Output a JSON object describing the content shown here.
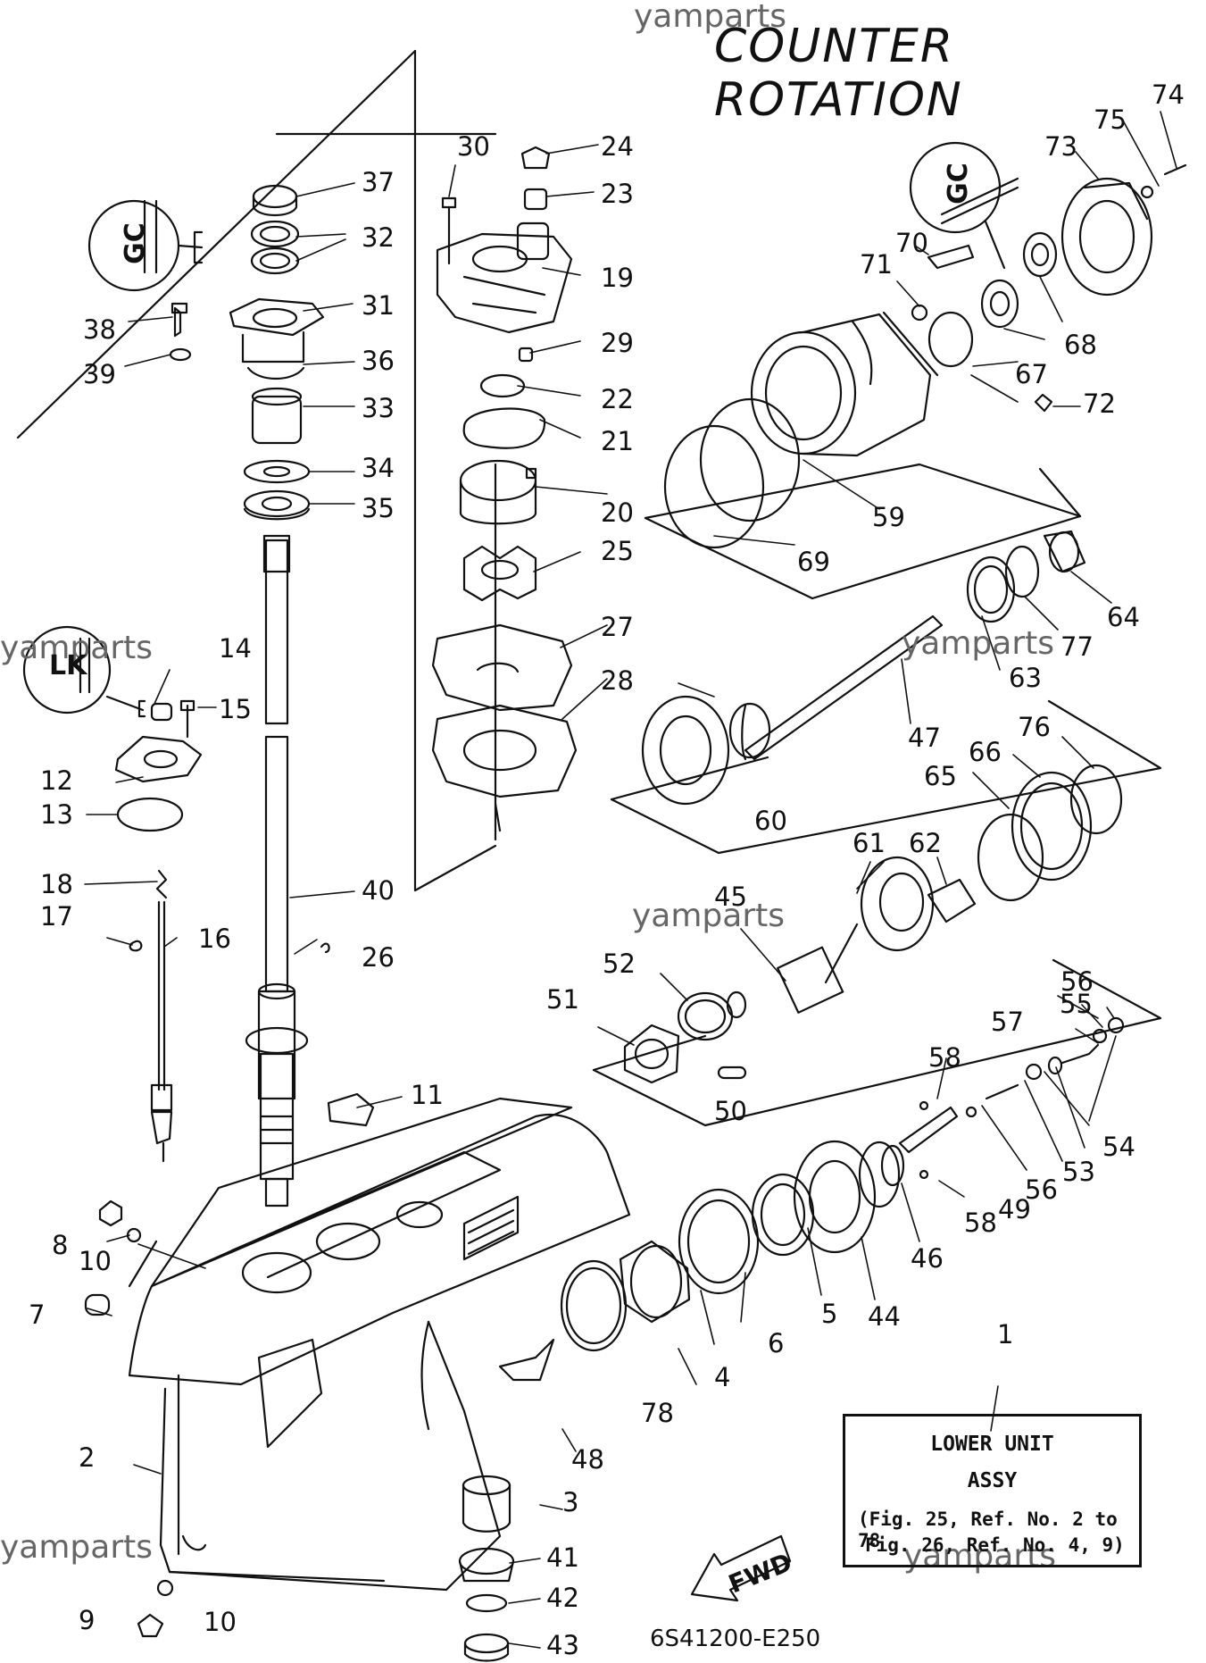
{
  "title": "COUNTER ROTATION",
  "watermark": "yamparts",
  "drawing_number": "6S41200-E250",
  "info_box": {
    "line1": "LOWER UNIT",
    "line2": "ASSY",
    "line3": "(Fig. 25, Ref. No. 2 to 78",
    "line4": "Fig. 26, Ref. No. 4, 9)"
  },
  "fwd_label": "FWD",
  "symbols": {
    "grease_a": "GC",
    "grease_b": "GC",
    "locktite": "LK"
  },
  "callouts": [
    "1",
    "2",
    "3",
    "4",
    "5",
    "6",
    "7",
    "8",
    "9",
    "10",
    "10",
    "11",
    "12",
    "13",
    "14",
    "15",
    "16",
    "17",
    "18",
    "19",
    "20",
    "21",
    "22",
    "23",
    "24",
    "25",
    "26",
    "27",
    "28",
    "29",
    "30",
    "31",
    "32",
    "33",
    "34",
    "35",
    "36",
    "37",
    "38",
    "39",
    "40",
    "41",
    "42",
    "43",
    "44",
    "45",
    "46",
    "47",
    "48",
    "49",
    "50",
    "51",
    "52",
    "53",
    "54",
    "55",
    "56",
    "56",
    "57",
    "58",
    "58",
    "59",
    "60",
    "61",
    "62",
    "63",
    "64",
    "65",
    "66",
    "67",
    "68",
    "69",
    "70",
    "71",
    "72",
    "73",
    "74",
    "75",
    "76",
    "77",
    "78"
  ]
}
